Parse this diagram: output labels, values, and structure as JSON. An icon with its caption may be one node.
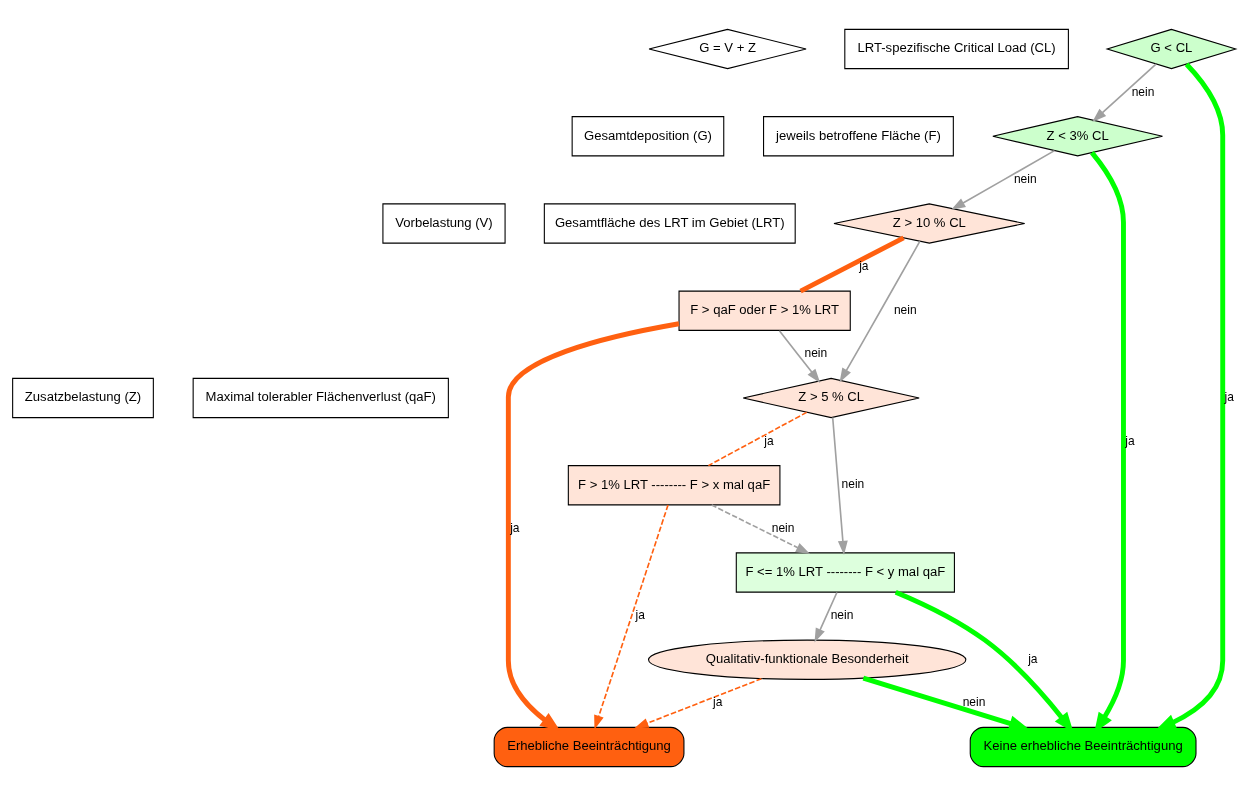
{
  "diagram": {
    "nodes": [
      {
        "text": [
          "G = V + Z"
        ]
      },
      {
        "text": [
          "Gesamtdeposition (G)"
        ]
      },
      {
        "text": [
          "Vorbelastung (V)"
        ]
      },
      {
        "text": [
          "Zusatzbelastung (Z)"
        ]
      },
      {
        "text": [
          "LRT-spezifische Critical Load (CL)"
        ]
      },
      {
        "text": [
          "jeweils betroffene Fläche (F)"
        ]
      },
      {
        "text": [
          "Gesamtfläche des LRT im Gebiet (LRT)"
        ]
      },
      {
        "text": [
          "Maximal tolerabler Flächenverlust (qaF)"
        ]
      },
      {
        "text": [
          "G < CL"
        ]
      },
      {
        "text": [
          "Z < 3% CL"
        ]
      },
      {
        "text": [
          "Z > 10 % CL"
        ]
      },
      {
        "text": [
          "Z > 5 % CL"
        ]
      },
      {
        "text": [
          "F > qaF oder F > 1% LRT"
        ]
      },
      {
        "text": [
          "F > 1% LRT -------- F > x mal qaF"
        ]
      },
      {
        "text": [
          "F <= 1% LRT -------- F < y mal qaF"
        ]
      },
      {
        "text": [
          "Qualitativ-funktionale Besonderheit"
        ]
      },
      {
        "text": [
          "Keine erhebliche Beeinträchtigung"
        ]
      },
      {
        "text": [
          "Erhebliche Beeinträchtigung"
        ]
      }
    ],
    "edges": [
      {
        "from": 8,
        "to": 16,
        "arrow": "to",
        "label": "ja",
        "color": "#00ff00",
        "style": "thick"
      },
      {
        "from": 8,
        "to": 9,
        "arrow": "to",
        "label": "nein"
      },
      {
        "from": 9,
        "to": 16,
        "arrow": "to",
        "label": "ja",
        "color": "#00ff00",
        "style": "thick"
      },
      {
        "from": 9,
        "to": 10,
        "arrow": "to",
        "label": "nein"
      },
      {
        "from": 10,
        "to": 12,
        "arrow": "none",
        "label": "ja",
        "color": "#ff6010",
        "style": "thick"
      },
      {
        "from": 12,
        "to": 17,
        "arrow": "to",
        "label": "ja",
        "color": "#ff6010",
        "style": "thick"
      },
      {
        "from": 12,
        "to": 11,
        "arrow": "to",
        "label": "nein"
      },
      {
        "from": 10,
        "to": 11,
        "arrow": "to",
        "label": "nein"
      },
      {
        "from": 11,
        "to": 13,
        "arrow": "none",
        "label": "ja",
        "color": "#ff6010",
        "style": "dashed"
      },
      {
        "from": 13,
        "to": 17,
        "arrow": "to",
        "label": "ja",
        "color": "#ff6010",
        "style": "dashed"
      },
      {
        "from": 13,
        "to": 14,
        "arrow": "to",
        "label": "nein",
        "style": "dashed"
      },
      {
        "from": 11,
        "to": 14,
        "arrow": "to",
        "label": "nein"
      },
      {
        "from": 14,
        "to": 16,
        "arrow": "to",
        "label": "ja",
        "color": "#00ff00",
        "style": "thick"
      },
      {
        "from": 14,
        "to": 15,
        "arrow": "to",
        "label": "nein"
      },
      {
        "from": 15,
        "to": 17,
        "arrow": "to",
        "label": "ja",
        "color": "#ff6010",
        "style": "dashed"
      },
      {
        "from": 15,
        "to": 16,
        "arrow": "to",
        "label": "nein",
        "color": "#00ff00",
        "style": "thick"
      }
    ]
  }
}
